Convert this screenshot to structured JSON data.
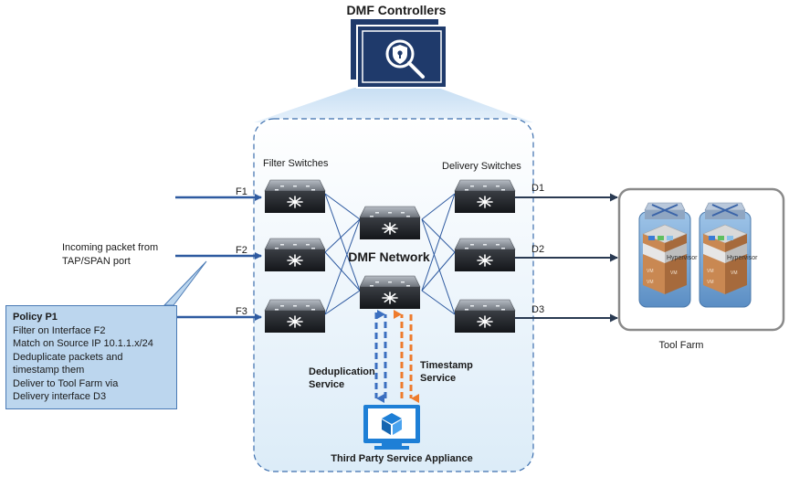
{
  "diagram": {
    "controllers_title": "DMF Controllers",
    "filter_switches_label": "Filter Switches",
    "delivery_switches_label": "Delivery Switches",
    "network_label": "DMF Network",
    "incoming_label_line1": "Incoming packet from",
    "incoming_label_line2": "TAP/SPAN port",
    "filter_ports": [
      "F1",
      "F2",
      "F3"
    ],
    "delivery_ports": [
      "D1",
      "D2",
      "D3"
    ],
    "dedup_label_line1": "Deduplication",
    "dedup_label_line2": "Service",
    "timestamp_label_line1": "Timestamp",
    "timestamp_label_line2": "Service",
    "appliance_label": "Third Party Service Appliance",
    "tool_farm_label": "Tool Farm",
    "hypervisor_label": "Hypervisor",
    "vm_label": "VM"
  },
  "policy": {
    "title": "Policy P1",
    "lines": [
      "Filter on Interface F2",
      "Match on Source IP 10.1.1.x/24",
      "Deduplicate packets and",
      "timestamp them",
      "Deliver to Tool Farm via",
      "Delivery interface D3"
    ]
  },
  "colors": {
    "arrow_blue": "#2e5aa0",
    "service_orange": "#ee7b2d",
    "service_blue": "#3b6fc0",
    "policy_fill": "#bcd6ee",
    "controller_navy": "#1f3a6b",
    "appliance_blue": "#1e7fd6"
  },
  "icons": {
    "controller": "shield-search-icon",
    "switch": "network-switch-icon",
    "appliance": "monitor-cube-icon"
  }
}
